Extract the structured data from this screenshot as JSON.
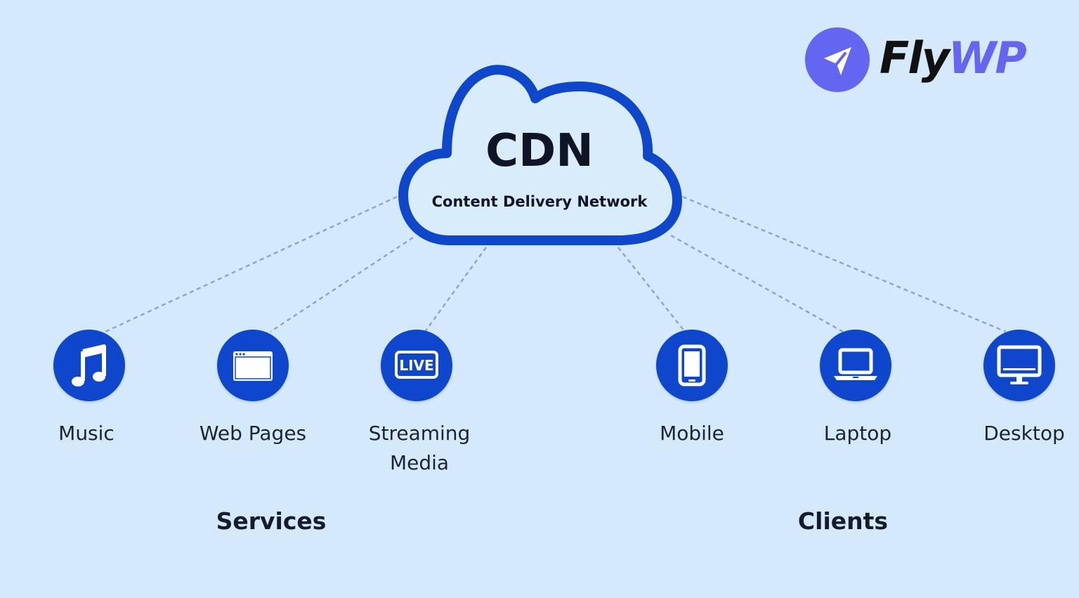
{
  "brand": {
    "name_part1": "Fly",
    "name_part2": "WP",
    "icon": "paper-plane-icon",
    "color": "#6366f1"
  },
  "cdn": {
    "title": "CDN",
    "subtitle": "Content Delivery Network"
  },
  "colors": {
    "background": "#d4e9fb",
    "node": "#0f47cc",
    "connector": "#8da7cc"
  },
  "services": {
    "title": "Services",
    "items": [
      {
        "label": "Music",
        "icon": "music-note-icon"
      },
      {
        "label": "Web Pages",
        "icon": "browser-window-icon"
      },
      {
        "label_line1": "Streaming",
        "label_line2": "Media",
        "icon": "live-badge-icon",
        "badge": "LIVE"
      }
    ]
  },
  "clients": {
    "title": "Clients",
    "items": [
      {
        "label": "Mobile",
        "icon": "mobile-phone-icon"
      },
      {
        "label": "Laptop",
        "icon": "laptop-icon"
      },
      {
        "label": "Desktop",
        "icon": "desktop-monitor-icon"
      }
    ]
  }
}
